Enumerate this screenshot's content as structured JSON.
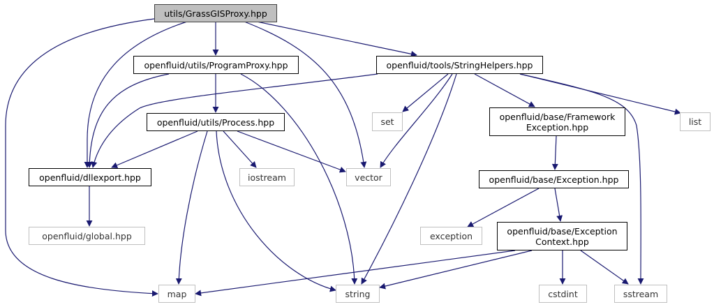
{
  "colors": {
    "edge": "#191970",
    "root_fill": "#bfbfbf",
    "external_border": "#bfbfbf",
    "node_border": "#000000"
  },
  "nodes": {
    "grassgis": "utils/GrassGISProxy.hpp",
    "programproxy": "openfluid/utils/ProgramProxy.hpp",
    "stringhelpers": "openfluid/tools/StringHelpers.hpp",
    "process": "openfluid/utils/Process.hpp",
    "dllexport": "openfluid/dllexport.hpp",
    "set": "set",
    "frameworkexception": "openfluid/base/Framework\nException.hpp",
    "list": "list",
    "iostream": "iostream",
    "vector": "vector",
    "exception_hpp": "openfluid/base/Exception.hpp",
    "global": "openfluid/global.hpp",
    "exception": "exception",
    "exceptioncontext": "openfluid/base/Exception\nContext.hpp",
    "map": "map",
    "string": "string",
    "cstdint": "cstdint",
    "sstream": "sstream"
  },
  "edges": [
    [
      "grassgis",
      "map"
    ],
    [
      "grassgis",
      "dllexport"
    ],
    [
      "grassgis",
      "programproxy"
    ],
    [
      "grassgis",
      "vector"
    ],
    [
      "grassgis",
      "stringhelpers"
    ],
    [
      "programproxy",
      "dllexport"
    ],
    [
      "programproxy",
      "process"
    ],
    [
      "programproxy",
      "string"
    ],
    [
      "stringhelpers",
      "dllexport"
    ],
    [
      "stringhelpers",
      "set"
    ],
    [
      "stringhelpers",
      "vector"
    ],
    [
      "stringhelpers",
      "string"
    ],
    [
      "stringhelpers",
      "frameworkexception"
    ],
    [
      "stringhelpers",
      "sstream"
    ],
    [
      "stringhelpers",
      "list"
    ],
    [
      "process",
      "dllexport"
    ],
    [
      "process",
      "map"
    ],
    [
      "process",
      "string"
    ],
    [
      "process",
      "iostream"
    ],
    [
      "process",
      "vector"
    ],
    [
      "frameworkexception",
      "exception_hpp"
    ],
    [
      "dllexport",
      "global"
    ],
    [
      "exception_hpp",
      "exception"
    ],
    [
      "exception_hpp",
      "exceptioncontext"
    ],
    [
      "exceptioncontext",
      "map"
    ],
    [
      "exceptioncontext",
      "string"
    ],
    [
      "exceptioncontext",
      "cstdint"
    ],
    [
      "exceptioncontext",
      "sstream"
    ]
  ]
}
